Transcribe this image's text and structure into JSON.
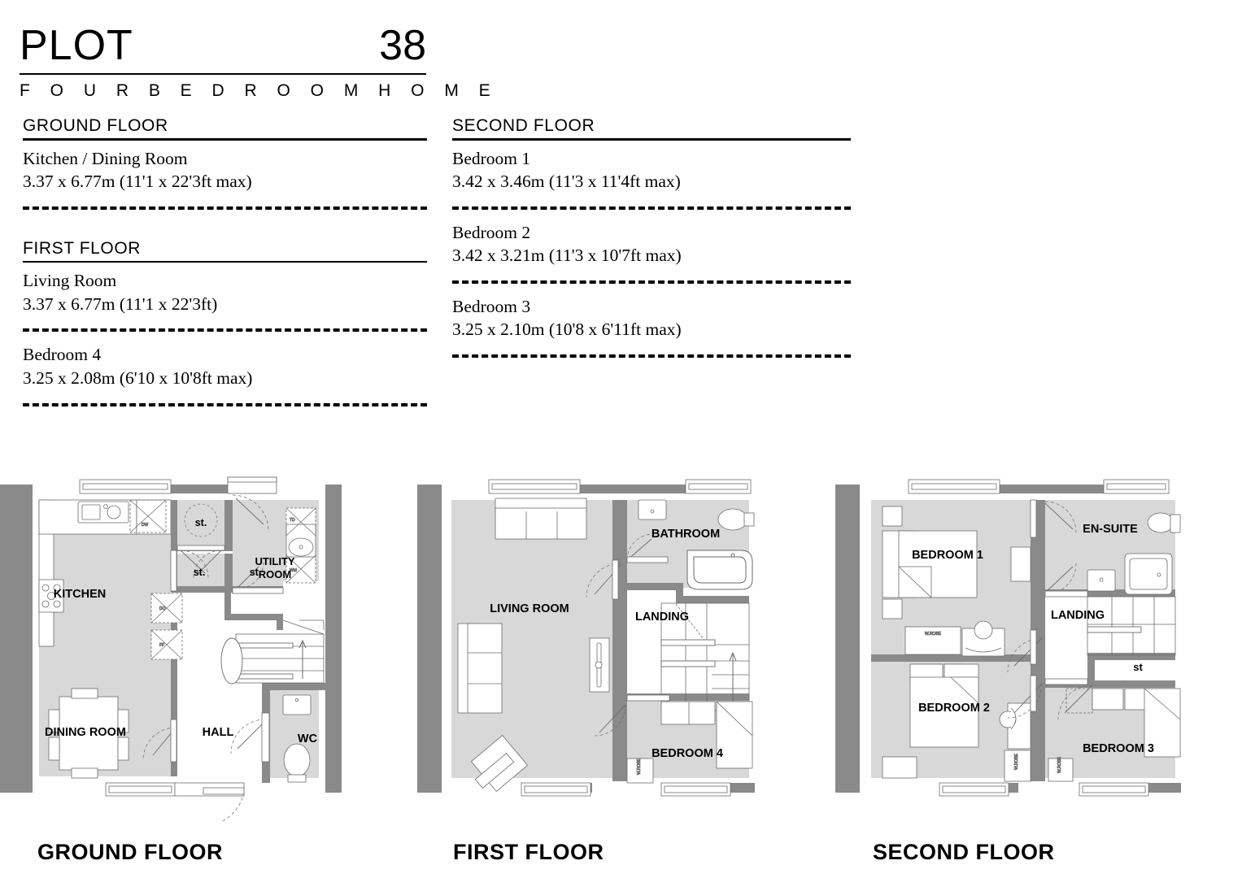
{
  "header": {
    "plot_label": "PLOT",
    "plot_number": "38",
    "subtitle": "F O U R   B E D R O O M   H O M E"
  },
  "specs": {
    "left": [
      {
        "floor_title": "GROUND FLOOR",
        "rooms": [
          {
            "name": "Kitchen / Dining Room",
            "dims": "3.37 x 6.77m (11'1 x 22'3ft max)"
          }
        ]
      },
      {
        "floor_title": "FIRST FLOOR",
        "rooms": [
          {
            "name": "Living Room",
            "dims": "3.37 x 6.77m (11'1 x 22'3ft)"
          },
          {
            "name": "Bedroom 4",
            "dims": "3.25 x 2.08m (6'10 x 10'8ft max)"
          }
        ]
      }
    ],
    "right": [
      {
        "floor_title": "SECOND FLOOR",
        "rooms": [
          {
            "name": "Bedroom 1",
            "dims": "3.42 x 3.46m (11'3 x 11'4ft max)"
          },
          {
            "name": "Bedroom 2",
            "dims": "3.42 x 3.21m (11'3 x 10'7ft max)"
          },
          {
            "name": "Bedroom 3",
            "dims": "3.25 x 2.10m (10'8 x 6'11ft max)"
          }
        ]
      }
    ]
  },
  "plans": {
    "ground": {
      "caption": "GROUND FLOOR",
      "room_labels": [
        "KITCHEN",
        "DINING ROOM",
        "HALL",
        "WC",
        "UTILITY ROOM"
      ],
      "store_labels": [
        "st.",
        "st.",
        "st."
      ],
      "appliance_labels": [
        "DW",
        "DO",
        "FF",
        "TD",
        "WM"
      ]
    },
    "first": {
      "caption": "FIRST FLOOR",
      "room_labels": [
        "LIVING ROOM",
        "BATHROOM",
        "LANDING",
        "BEDROOM 4"
      ],
      "wardrobe_labels": [
        "W.ROBE"
      ]
    },
    "second": {
      "caption": "SECOND FLOOR",
      "room_labels": [
        "BEDROOM 1",
        "EN-SUITE",
        "LANDING",
        "BEDROOM 2",
        "BEDROOM 3"
      ],
      "store_labels": [
        "st"
      ],
      "wardrobe_labels": [
        "W.ROBE",
        "W.ROBE",
        "W.ROBE"
      ]
    }
  },
  "colors": {
    "wall": "#8a8a8a",
    "room_fill": "#d8d8d8",
    "white_fill": "#ffffff",
    "line": "#6b6b6b",
    "text": "#000000"
  }
}
